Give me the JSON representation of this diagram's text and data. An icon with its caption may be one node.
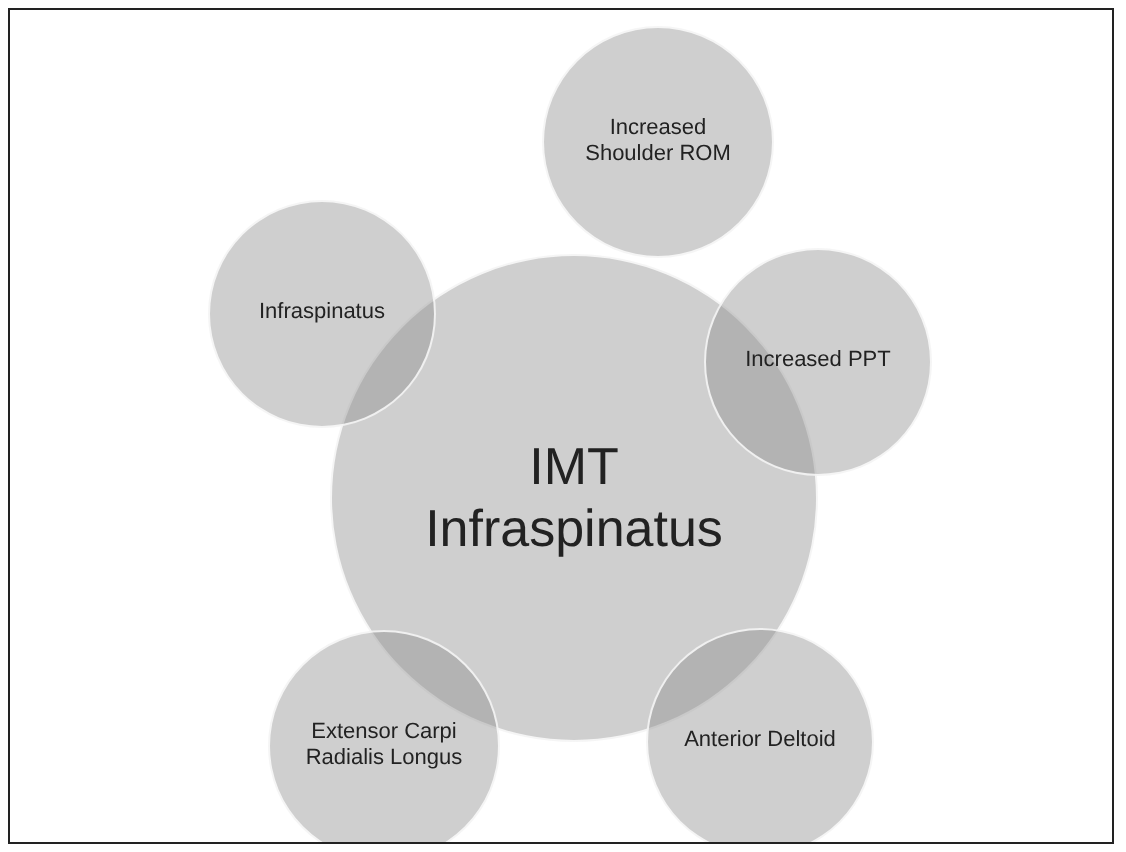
{
  "diagram": {
    "nodes": [
      {
        "text": [
          "IMT Infraspinatus"
        ]
      },
      {
        "text": [
          "Increased Shoulder ROM"
        ]
      },
      {
        "text": [
          "Increased PPT"
        ]
      },
      {
        "text": [
          "Anterior Deltoid"
        ]
      },
      {
        "text": [
          "Extensor Carpi Radialis Longus"
        ]
      },
      {
        "text": [
          "Infraspinatus"
        ]
      }
    ],
    "edges": []
  }
}
